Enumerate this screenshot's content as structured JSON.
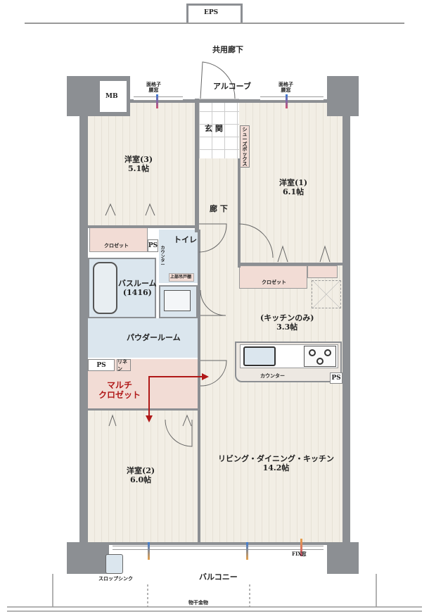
{
  "corridor": {
    "eps": "EPS",
    "shared_corridor": "共用廊下",
    "alcove": "アルコーブ"
  },
  "mb": "MB",
  "windows": {
    "left_line1": "面格子",
    "left_line2": "腰窓",
    "right_line1": "面格子",
    "right_line2": "腰窓",
    "fix": "FIX窓"
  },
  "rooms": {
    "western3": {
      "name": "洋室(3)",
      "size": "5.1帖"
    },
    "western1": {
      "name": "洋室(1)",
      "size": "6.1帖"
    },
    "western2": {
      "name": "洋室(2)",
      "size": "6.0帖"
    },
    "entrance": "玄 関",
    "shoebox": "シューズボックス",
    "hallway": "廊 下",
    "toilet": "トイレ",
    "counter_small": "カウンター",
    "upper_cabinet": "上部吊戸棚",
    "bathroom": {
      "name": "バスルーム",
      "size": "(1416)"
    },
    "powder": "パウダールーム",
    "kitchen": {
      "name": "(キッチンのみ)",
      "size": "3.3帖"
    },
    "counter": "カウンター",
    "ldk": {
      "name": "リビング・ダイニング・キッチン",
      "size": "14.2帖"
    },
    "closet3": "クロゼット",
    "closet1": "クロゼット",
    "multi_closet_1": "マルチ",
    "multi_closet_2": "クロゼット",
    "linen": "リネン"
  },
  "ps": [
    "PS",
    "PS",
    "PS"
  ],
  "balcony": {
    "name": "バルコニー",
    "slop_sink": "スロップシンク",
    "drying_rack": "物干金物"
  },
  "colors": {
    "wall": "#8c8f93",
    "floor": "#f2eee5",
    "closet": "#f2dcd5",
    "wet": "#dbe6ee",
    "arrow": "#b01818"
  }
}
